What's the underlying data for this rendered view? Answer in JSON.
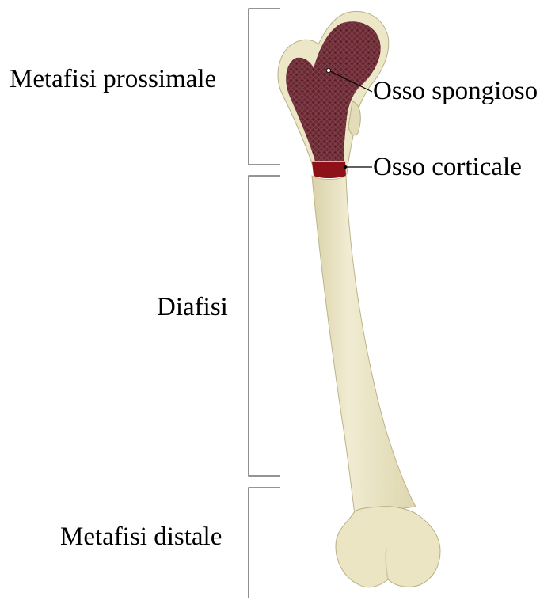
{
  "labels": {
    "proximal_metaphysis": "Metafisi prossimale",
    "diaphysis": "Diafisi",
    "distal_metaphysis": "Metafisi distale",
    "spongy_bone": "Osso spongioso",
    "cortical_bone": "Osso corticale"
  },
  "colors": {
    "bone": "#ece7c6",
    "bone_shade": "#d6cfa4",
    "spongy": "#6b2a35",
    "cortical_marrow": "#8e1019",
    "bracket": "#555555",
    "text": "#000000"
  }
}
